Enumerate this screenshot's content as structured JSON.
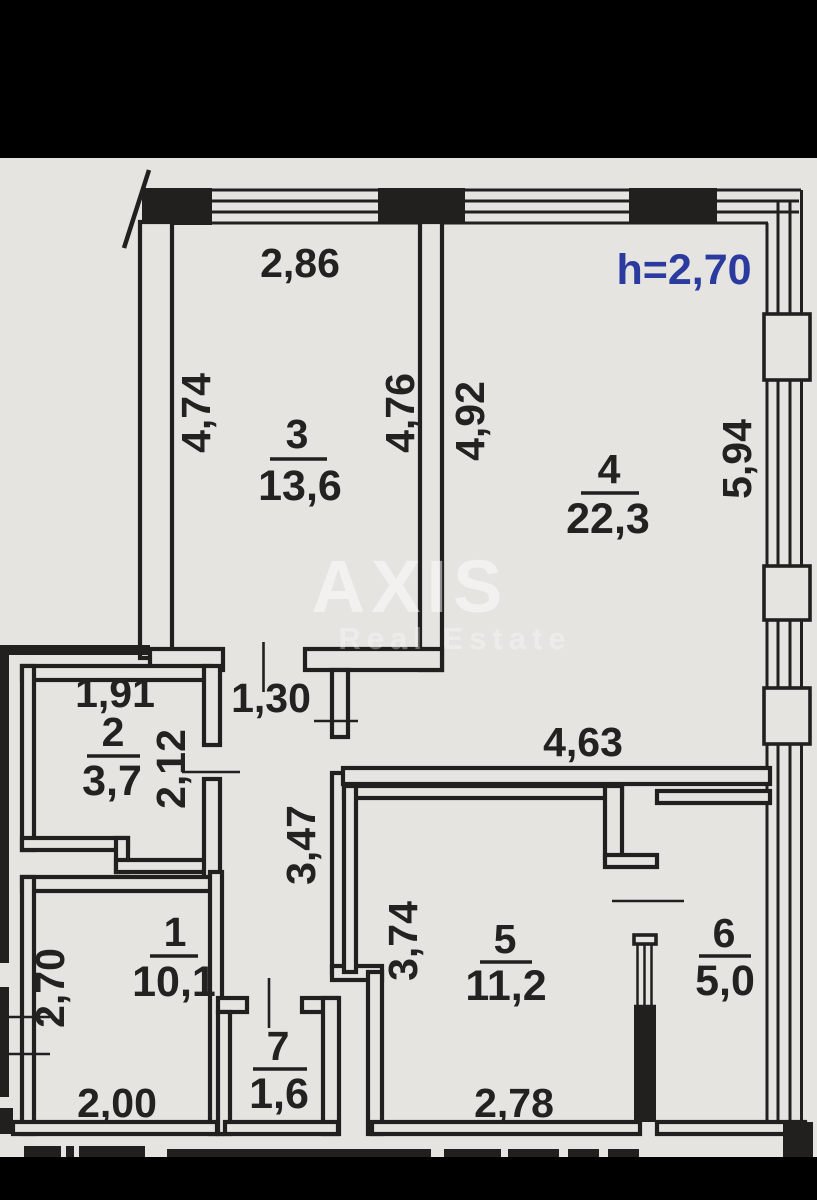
{
  "document": {
    "type": "scanned apartment floor plan photo"
  },
  "ceiling": {
    "height_label": "h=2,70"
  },
  "watermark": {
    "brand": "AXIS",
    "subtitle": "Real Estate"
  },
  "rooms": {
    "r1": {
      "number": "1",
      "area": "10,1"
    },
    "r2": {
      "number": "2",
      "area": "3,7"
    },
    "r3": {
      "number": "3",
      "area": "13,6"
    },
    "r4": {
      "number": "4",
      "area": "22,3"
    },
    "r5": {
      "number": "5",
      "area": "11,2"
    },
    "r6": {
      "number": "6",
      "area": "5,0"
    },
    "r7": {
      "number": "7",
      "area": "1,6"
    }
  },
  "dims": {
    "room3_top": "2,86",
    "room3_left": "4,74",
    "room3_right": "4,76",
    "room4_left": "4,92",
    "room4_right": "5,94",
    "room4_bottom": "4,63",
    "room2_top": "1,91",
    "room2_side": "2,12",
    "hall_top": "1,30",
    "hall_side": "3,47",
    "room5_side": "3,74",
    "room5_bottom": "2,78",
    "room1_side": "2,70",
    "room1_bottom": "2,00"
  },
  "colors": {
    "paper": "#e6e4e0",
    "ink": "#21201e",
    "height_note_blue": "#2b3a9e",
    "letterbox": "#000000"
  }
}
